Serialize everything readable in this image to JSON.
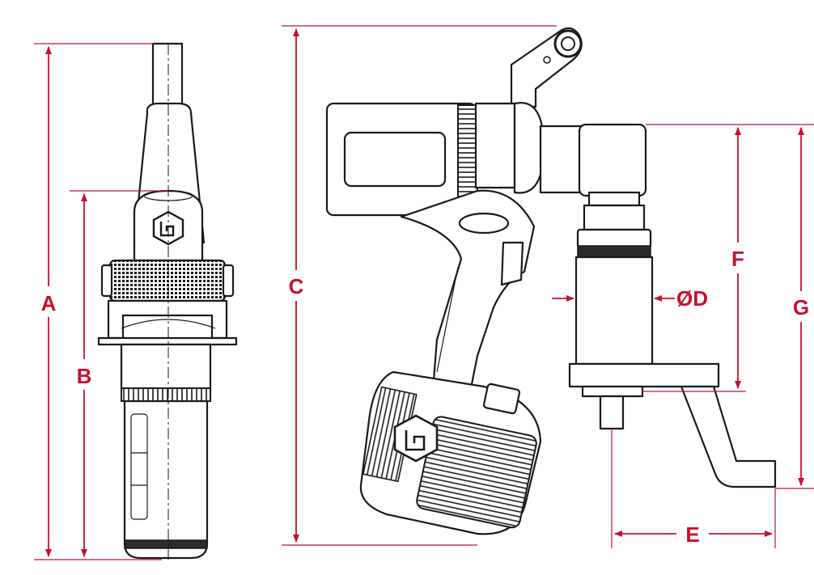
{
  "dimensions": {
    "A": "A",
    "B": "B",
    "C": "C",
    "D": "ØD",
    "E": "E",
    "F": "F",
    "G": "G"
  },
  "colors": {
    "dimension": "#c8102e",
    "outline": "#1a1a1a",
    "background": "#ffffff"
  },
  "icons": {
    "logo": "brand-logo-icon"
  }
}
